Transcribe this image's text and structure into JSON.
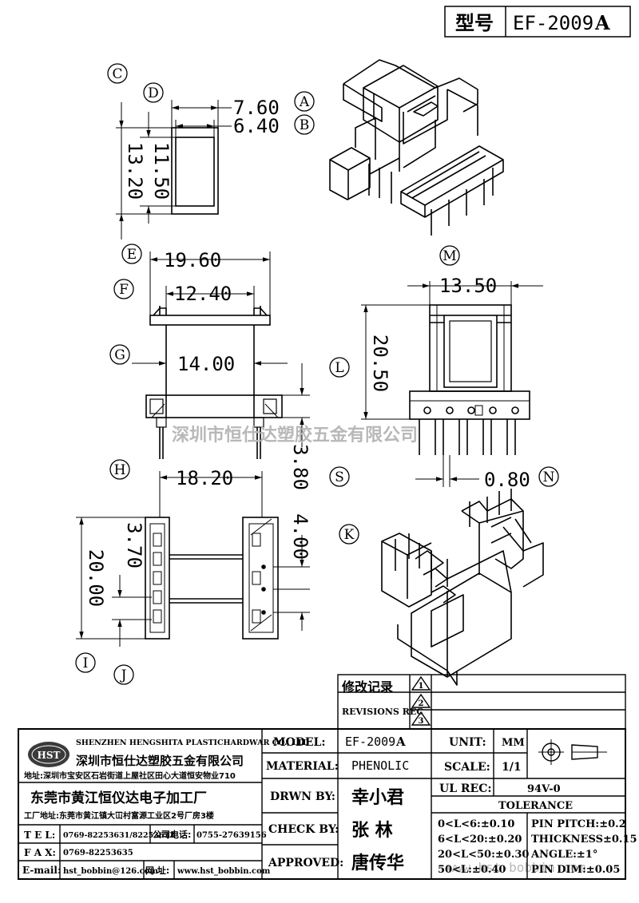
{
  "header": {
    "type_label": "型号",
    "model": "EF-2009",
    "model_suffix": "A"
  },
  "views": {
    "labels": [
      "A",
      "B",
      "C",
      "D",
      "E",
      "F",
      "G",
      "H",
      "I",
      "J",
      "K",
      "L",
      "M",
      "N",
      "S"
    ],
    "dims": {
      "A": "7.60",
      "B": "6.40",
      "C": "13.20",
      "D": "11.50",
      "E": "19.60",
      "F": "12.40",
      "G": "14.00",
      "S": "3.80",
      "H": "18.20",
      "I": "20.00",
      "J": "3.70",
      "K": "4.00",
      "M": "13.50",
      "L": "20.50",
      "N": "0.80"
    }
  },
  "watermark": "深圳市恒仕达塑胶五金有限公司",
  "watermark2": "www.hst-bobbin.com",
  "revisions": {
    "title_cn": "修改记录",
    "title_en": "REVISIONS REC",
    "marks": [
      "1",
      "2",
      "3"
    ]
  },
  "company": {
    "name_en": "SHENZHEN HENGSHITA PLASTICHARDWAR CO., LTD",
    "name_cn": "深圳市恒仕达塑胶五金有限公司",
    "address": "地址:深圳市宝安区石岩街道上屋社区田心大道恒安物业710",
    "factory_cn": "东莞市黄江恒仪达电子加工厂",
    "factory_addr": "工厂地址:东莞市黄江镇大冚村富源工业区2号厂房3楼",
    "logo_text": "HST",
    "tel_label": "T E L:",
    "tel": "0769-82253631/82253632",
    "company_tel_label": "公司电话:",
    "company_tel": "0755-27639156",
    "fax_label": "F A X:",
    "fax": "0769-82253635",
    "email_label": "E-mail:",
    "email": "hst_bobbin@126.com",
    "web_label": "网  址:",
    "web": "www.hst_bobbin.com"
  },
  "titleblock": {
    "model_label": "MODEL:",
    "model_value": "EF-2009",
    "model_suffix": "A",
    "material_label": "MATERIAL:",
    "material_value": "PHENOLIC",
    "drawn_label": "DRWN BY:",
    "drawn_value": "幸小君",
    "check_label": "CHECK BY:",
    "check_value": "张  林",
    "approved_label": "APPROVED:",
    "approved_value": "唐传华",
    "unit_label": "UNIT:",
    "unit_value": "MM",
    "scale_label": "SCALE:",
    "scale_value": "1/1",
    "ulrec_label": "UL REC:",
    "ulrec_value": "94V-0",
    "tolerance_label": "TOLERANCE",
    "tol_rows": [
      "0<L<6:±0.10",
      "6<L<20:±0.20",
      "20<L<50:±0.30",
      "50<L:±0.40"
    ],
    "tol_right": [
      "PIN PITCH:±0.2",
      "THICKNESS±0.15",
      "ANGLE:±1°",
      "PIN DIM:±0.05"
    ]
  }
}
